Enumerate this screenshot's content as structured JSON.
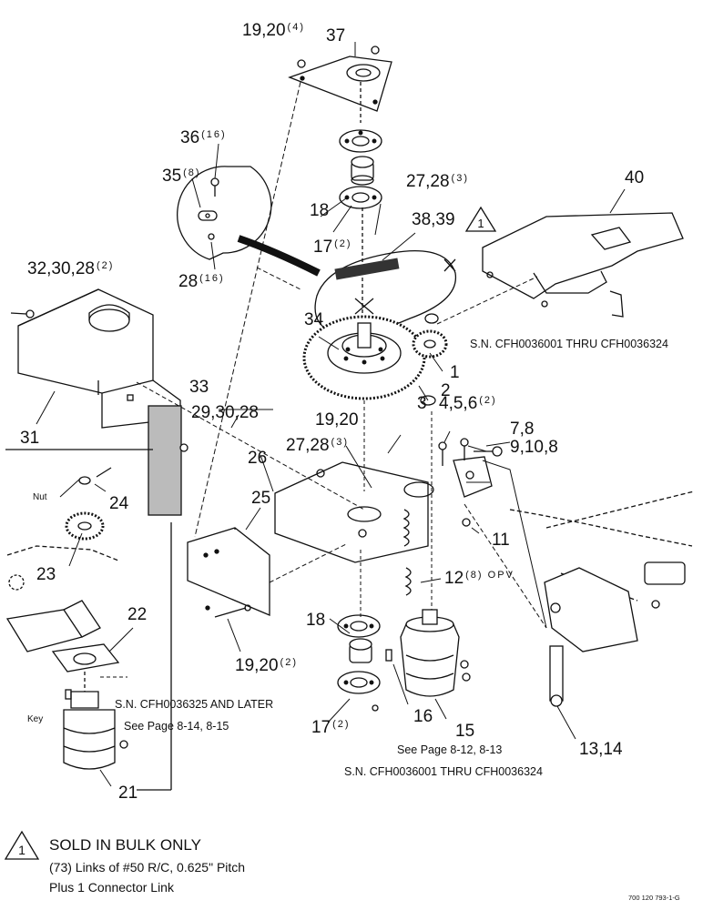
{
  "callouts": [
    {
      "id": "c19_20_4",
      "label": "19,20",
      "qty": "(4)"
    },
    {
      "id": "c37",
      "label": "37",
      "qty": ""
    },
    {
      "id": "c36",
      "label": "36",
      "qty": "(16)"
    },
    {
      "id": "c35",
      "label": "35",
      "qty": "(8)"
    },
    {
      "id": "c18a",
      "label": "18",
      "qty": ""
    },
    {
      "id": "c17a",
      "label": "17",
      "qty": "(2)"
    },
    {
      "id": "c27_28a",
      "label": "27,28",
      "qty": "(3)"
    },
    {
      "id": "c38_39",
      "label": "38,39",
      "qty": ""
    },
    {
      "id": "c40",
      "label": "40",
      "qty": ""
    },
    {
      "id": "c32",
      "label": "32,30,28",
      "qty": "(2)"
    },
    {
      "id": "c28_16",
      "label": "28",
      "qty": "(16)"
    },
    {
      "id": "c34",
      "label": "34",
      "qty": ""
    },
    {
      "id": "c1",
      "label": "1",
      "qty": ""
    },
    {
      "id": "c2",
      "label": "2",
      "qty": ""
    },
    {
      "id": "c3",
      "label": "3",
      "qty": ""
    },
    {
      "id": "c4_5_6",
      "label": "4,5,6",
      "qty": "(2)"
    },
    {
      "id": "c7_8",
      "label": "7,8",
      "qty": ""
    },
    {
      "id": "c9_10_8",
      "label": "9,10,8",
      "qty": ""
    },
    {
      "id": "c33",
      "label": "33",
      "qty": ""
    },
    {
      "id": "c29",
      "label": "29,30,28",
      "qty": ""
    },
    {
      "id": "c19_20b",
      "label": "19,20",
      "qty": ""
    },
    {
      "id": "c27_28b",
      "label": "27,28",
      "qty": "(3)"
    },
    {
      "id": "c31",
      "label": "31",
      "qty": ""
    },
    {
      "id": "c26",
      "label": "26",
      "qty": ""
    },
    {
      "id": "c25",
      "label": "25",
      "qty": ""
    },
    {
      "id": "c11",
      "label": "11",
      "qty": ""
    },
    {
      "id": "c24",
      "label": "24",
      "qty": ""
    },
    {
      "id": "c23",
      "label": "23",
      "qty": ""
    },
    {
      "id": "c12",
      "label": "12",
      "qty": "(8) OPV"
    },
    {
      "id": "c22",
      "label": "22",
      "qty": ""
    },
    {
      "id": "c18b",
      "label": "18",
      "qty": ""
    },
    {
      "id": "c19_20_2",
      "label": "19,20",
      "qty": "(2)"
    },
    {
      "id": "c16",
      "label": "16",
      "qty": ""
    },
    {
      "id": "c15",
      "label": "15",
      "qty": ""
    },
    {
      "id": "c17b",
      "label": "17",
      "qty": "(2)"
    },
    {
      "id": "c13_14",
      "label": "13,14",
      "qty": ""
    },
    {
      "id": "c21",
      "label": "21",
      "qty": ""
    }
  ],
  "notes": {
    "sn_upper": "S.N. CFH0036001 THRU CFH0036324",
    "sn_later": "S.N. CFH0036325 AND LATER",
    "see_814": "See Page 8-14, 8-15",
    "see_812": "See Page 8-12, 8-13",
    "sn_lower": "S.N. CFH0036001 THRU CFH0036324",
    "nut": "Nut",
    "key": "Key"
  },
  "legend": {
    "symbol": "1",
    "title": "SOLD IN BULK ONLY",
    "line1": "(73) Links of #50 R/C, 0.625\" Pitch",
    "line2": "Plus 1 Connector Link"
  },
  "ref_number": "700 120 793-1-G",
  "colors": {
    "ink": "#111111",
    "paper": "#ffffff"
  }
}
